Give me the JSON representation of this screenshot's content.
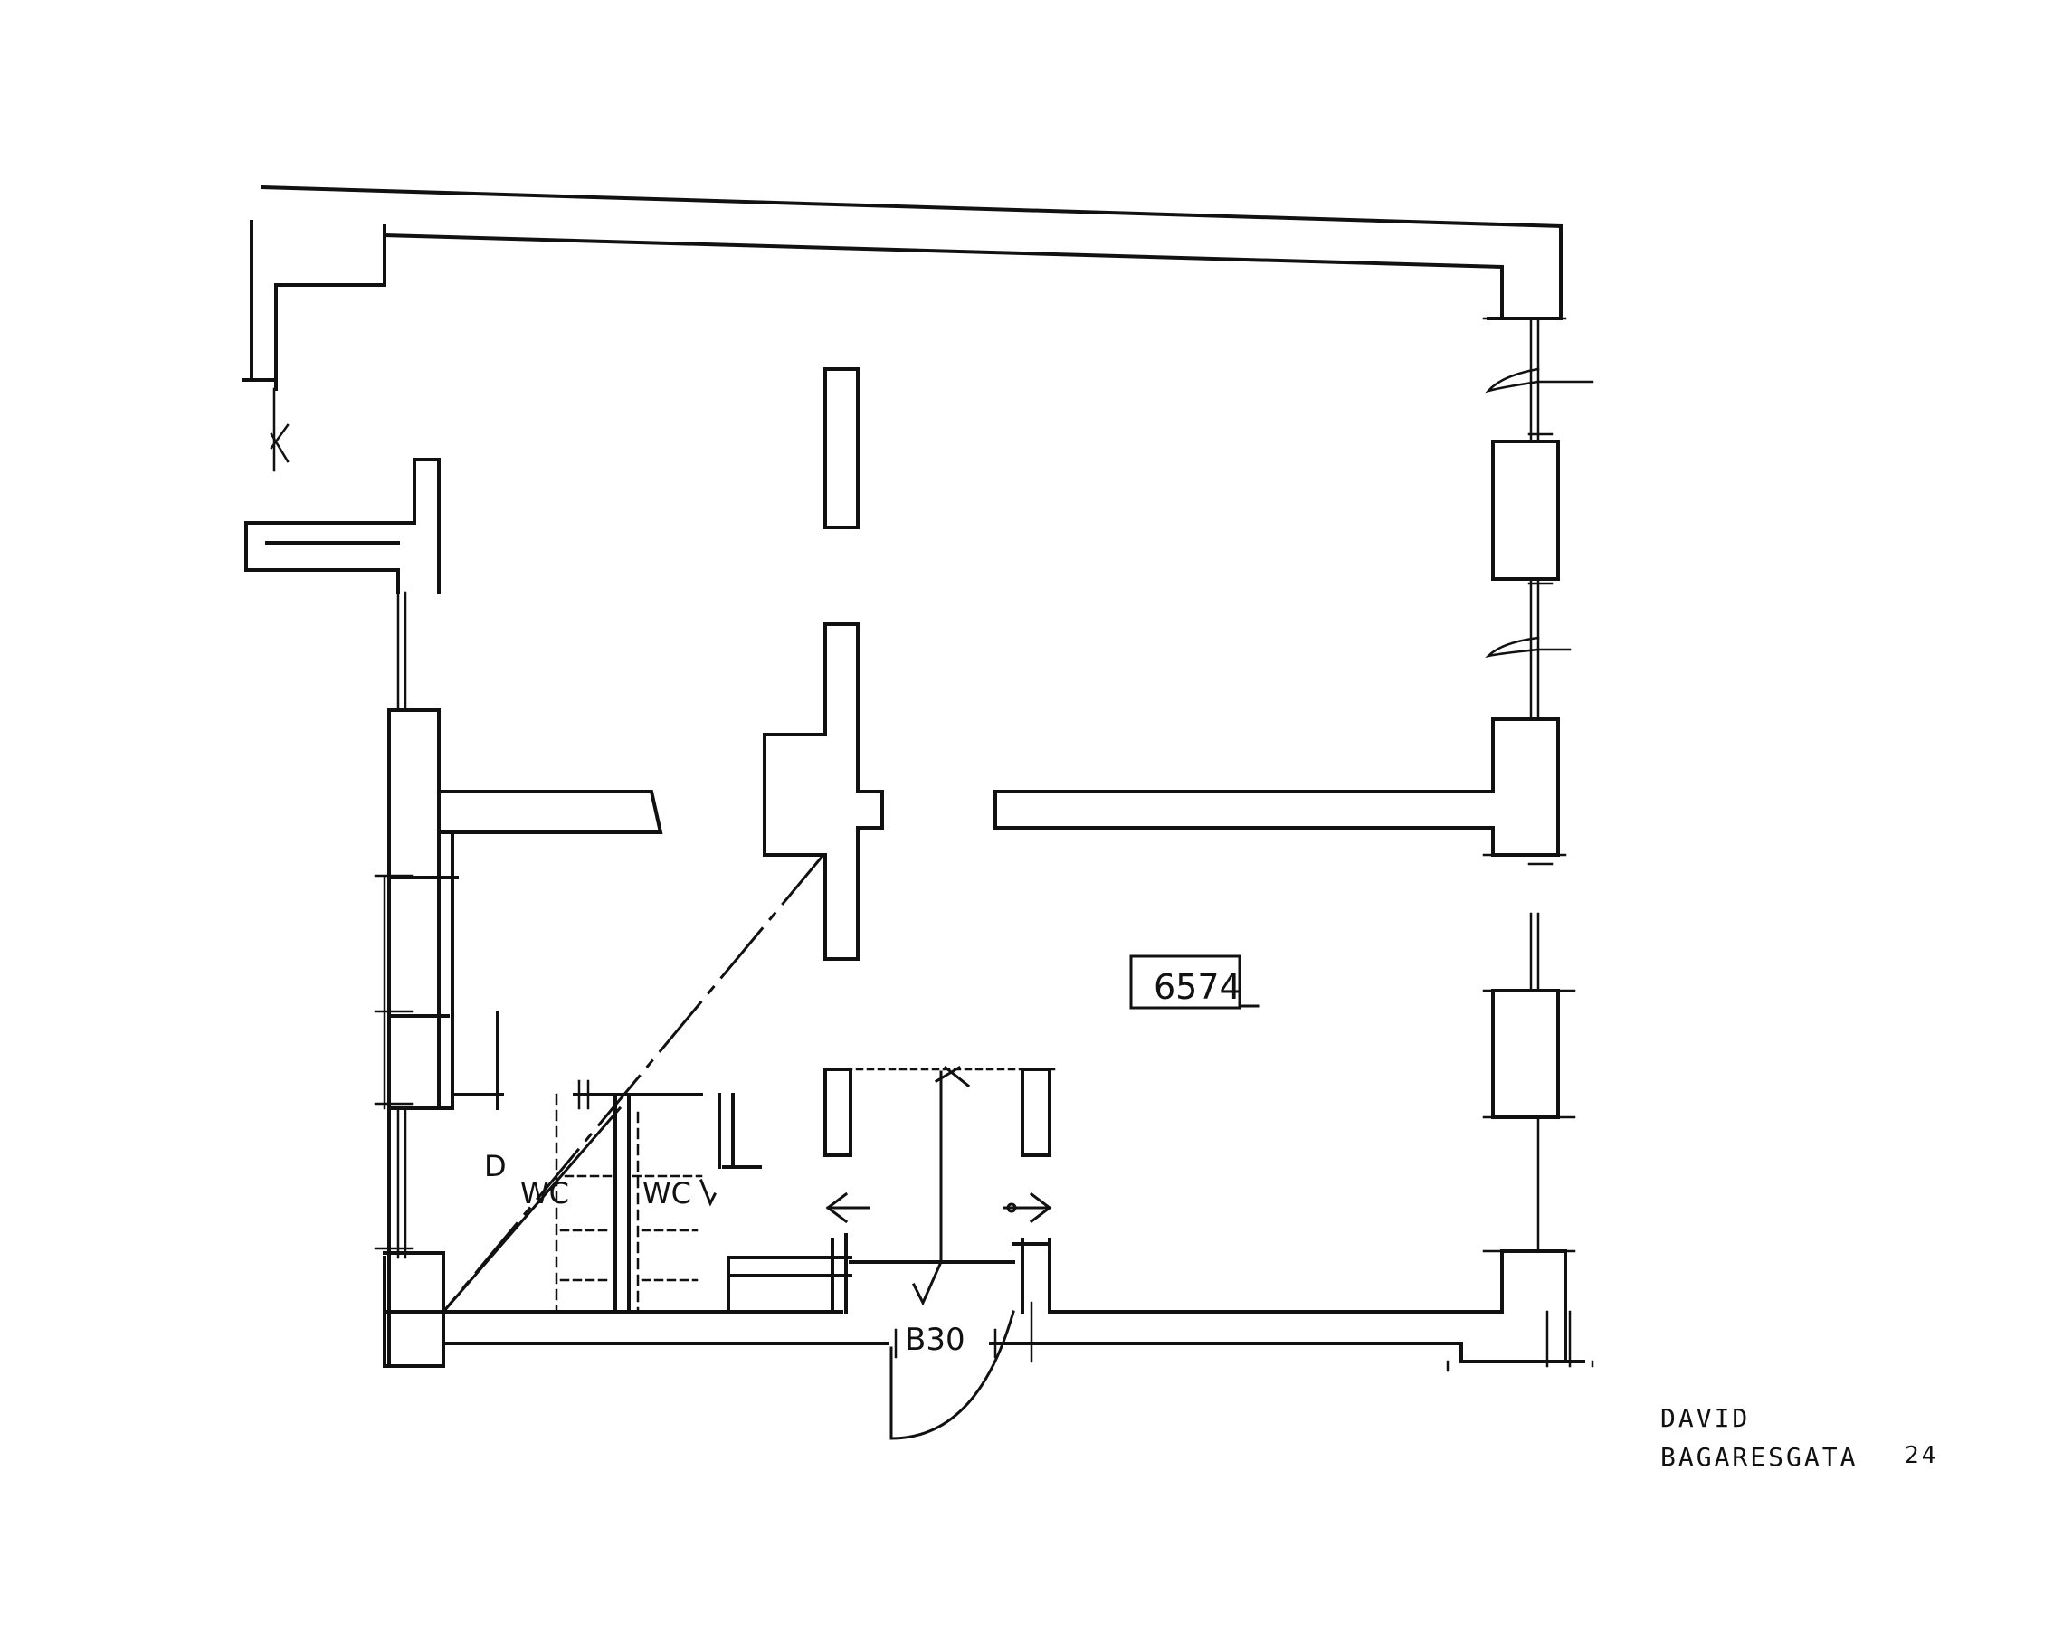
{
  "plan": {
    "room_number": "6574",
    "labels": {
      "d": "D",
      "wc_left": "WC",
      "wc_right": "WC",
      "door_code": "B30"
    },
    "title_block": {
      "line1": "DAVID",
      "line2": "BAGARESGATA",
      "number": "24"
    }
  }
}
